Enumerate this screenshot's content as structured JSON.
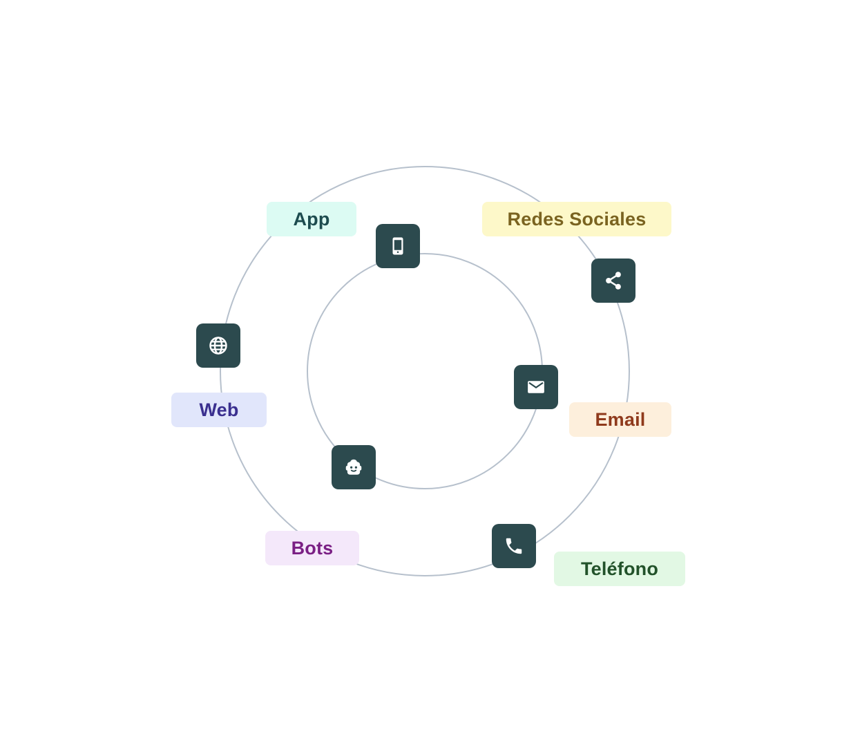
{
  "diagram": {
    "ring_color": "#b6c0cc",
    "tile_color": "#2c4a4e",
    "icon_color": "#ffffff",
    "channels": [
      {
        "id": "app",
        "label": "App",
        "icon": "smartphone-icon",
        "bg": "#dcfbf3",
        "fg": "#1d4c4f"
      },
      {
        "id": "redes",
        "label": "Redes Sociales",
        "icon": "share-icon",
        "bg": "#fdf8c9",
        "fg": "#7a6320"
      },
      {
        "id": "web",
        "label": "Web",
        "icon": "globe-icon",
        "bg": "#e1e6fb",
        "fg": "#3a2f8f"
      },
      {
        "id": "email",
        "label": "Email",
        "icon": "mail-icon",
        "bg": "#fdefdc",
        "fg": "#8f3a1c"
      },
      {
        "id": "bots",
        "label": "Bots",
        "icon": "robot-icon",
        "bg": "#f4e8fa",
        "fg": "#7a1f84"
      },
      {
        "id": "telefono",
        "label": "Teléfono",
        "icon": "phone-icon",
        "bg": "#e2f8e4",
        "fg": "#22522a"
      }
    ]
  }
}
